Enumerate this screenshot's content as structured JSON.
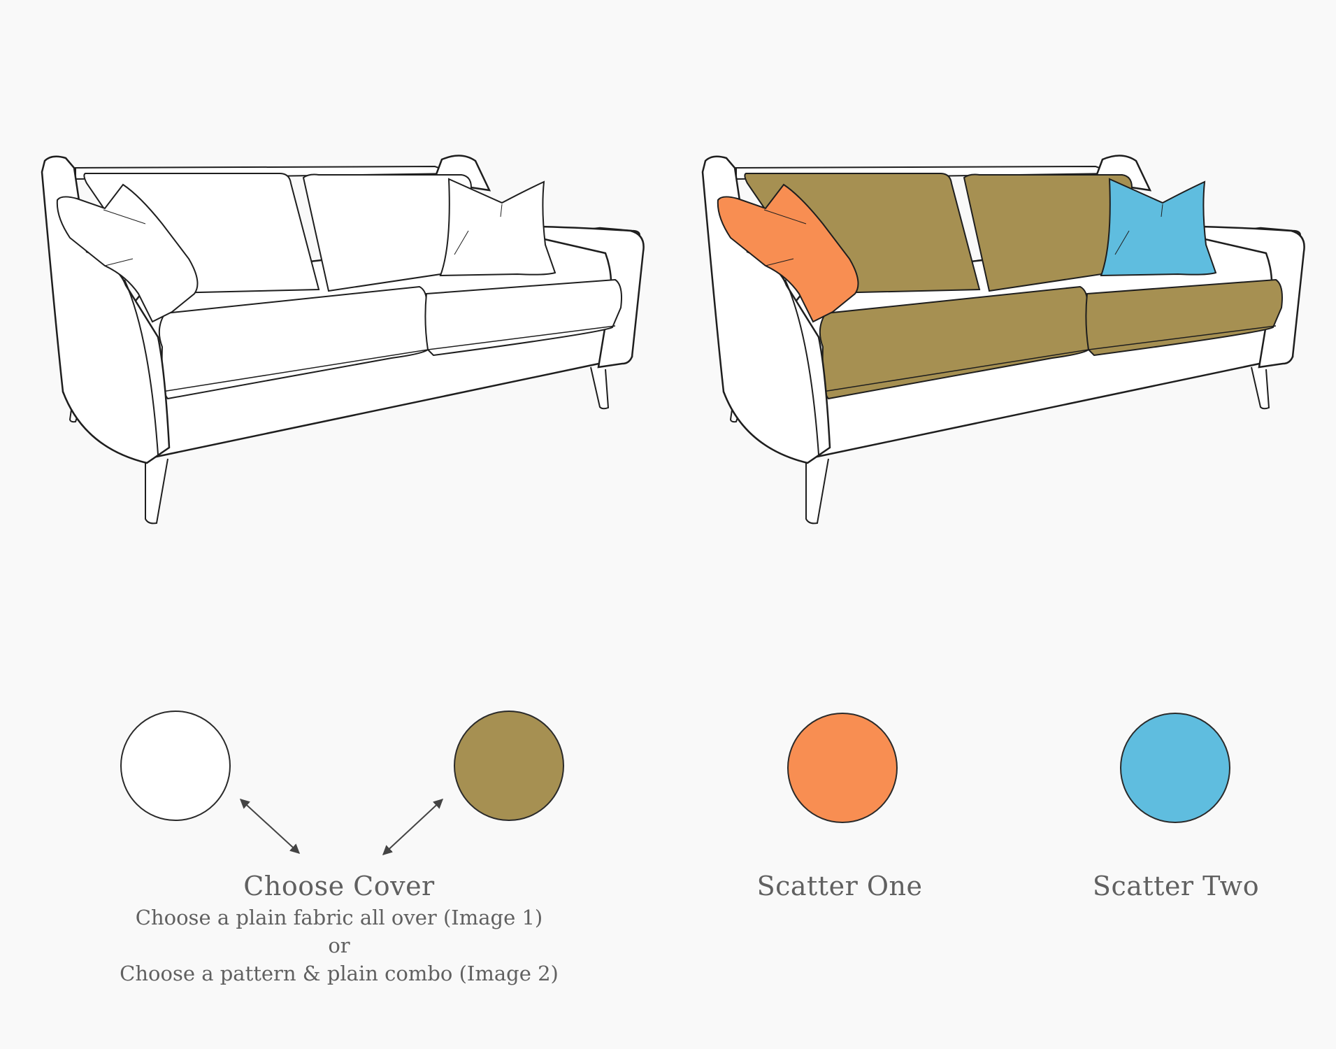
{
  "colors": {
    "background": "#f9f9f9",
    "outline": "#1e1e1e",
    "cover_plain": "#ffffff",
    "cover_combo": "#a69052",
    "scatter_one": "#f88e52",
    "scatter_two": "#5fbddf",
    "text": "#606060",
    "arrow": "#444444"
  },
  "labels": {
    "cover": {
      "title": "Choose Cover",
      "line1": "Choose a plain fabric all over (Image 1)",
      "line2": "or",
      "line3": "Choose a pattern & plain combo (Image 2)"
    },
    "scatter_one": "Scatter One",
    "scatter_two": "Scatter Two"
  },
  "sofas": [
    {
      "id": "image-1",
      "seat": "#ffffff",
      "back": "#ffffff",
      "left_cushion": "#ffffff",
      "right_cushion": "#ffffff"
    },
    {
      "id": "image-2",
      "seat": "#a69052",
      "back": "#a69052",
      "left_cushion": "#f88e52",
      "right_cushion": "#5fbddf"
    }
  ],
  "swatches": [
    {
      "id": "cover-plain",
      "color": "#ffffff"
    },
    {
      "id": "cover-combo",
      "color": "#a69052"
    },
    {
      "id": "scatter-one",
      "color": "#f88e52"
    },
    {
      "id": "scatter-two",
      "color": "#5fbddf"
    }
  ]
}
